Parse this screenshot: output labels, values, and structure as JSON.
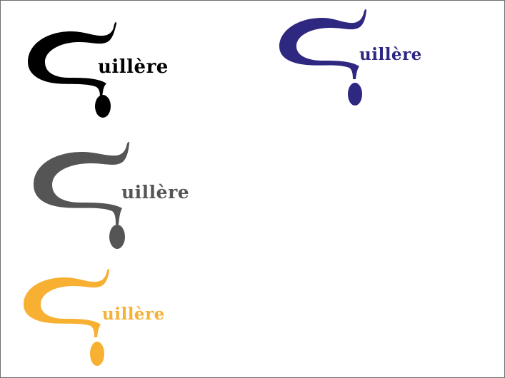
{
  "logos": [
    {
      "id": "black",
      "wordmark": "uillère",
      "color": "#000000"
    },
    {
      "id": "indigo",
      "wordmark": "uillère",
      "color": "#2e2880"
    },
    {
      "id": "gray",
      "wordmark": "uillère",
      "color": "#555555"
    },
    {
      "id": "yellow",
      "wordmark": "uillère",
      "color": "#f7b032"
    }
  ]
}
